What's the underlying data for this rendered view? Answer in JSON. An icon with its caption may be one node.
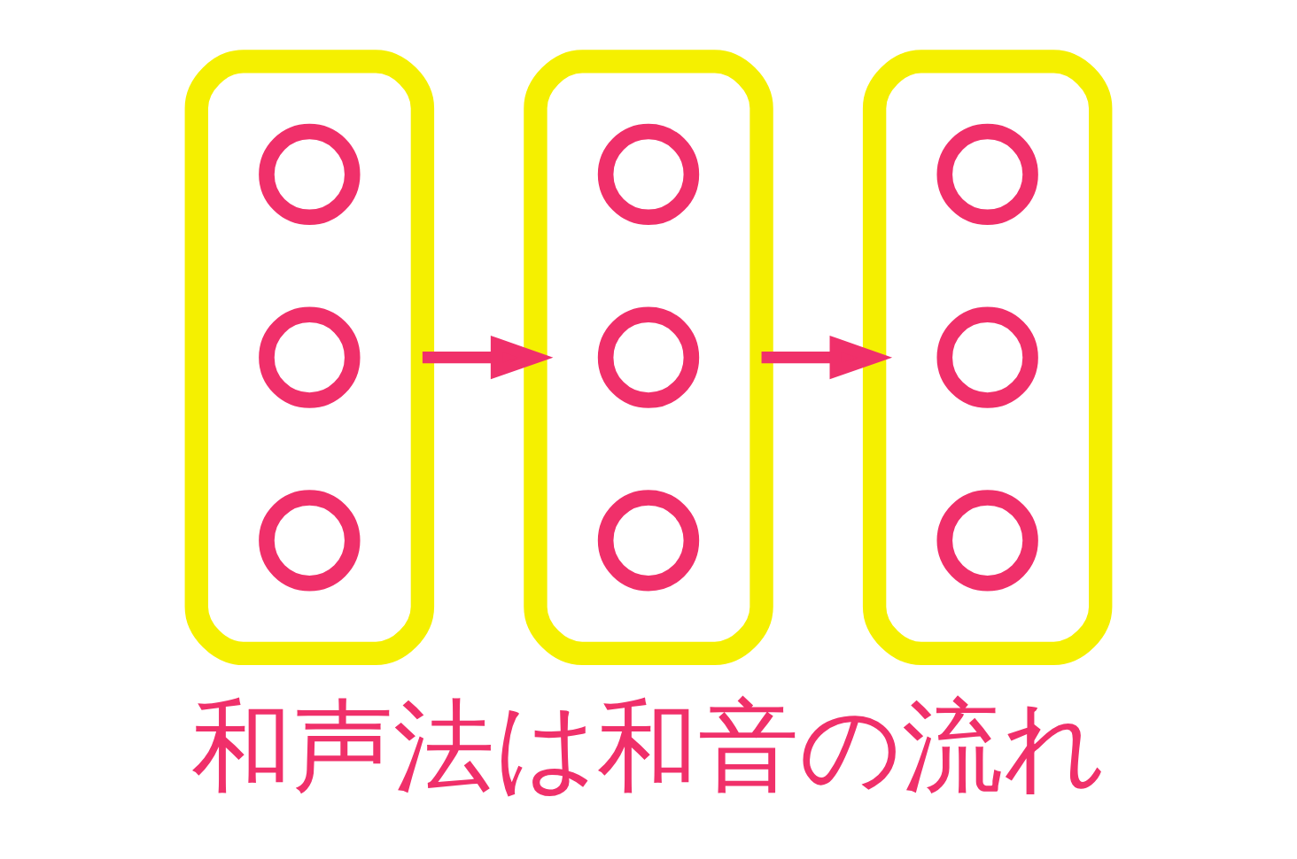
{
  "diagram": {
    "caption": "和声法は和音の流れ",
    "nodes": [
      {
        "text": [],
        "shape": "ellipse"
      },
      {
        "text": [],
        "shape": "circle",
        "in": 0
      },
      {
        "text": [],
        "shape": "circle",
        "in": 0
      },
      {
        "text": [],
        "shape": "circle",
        "in": 0
      },
      {
        "text": [],
        "shape": "ellipse"
      },
      {
        "text": [],
        "shape": "circle",
        "in": 4
      },
      {
        "text": [],
        "shape": "circle",
        "in": 4
      },
      {
        "text": [],
        "shape": "circle",
        "in": 4
      },
      {
        "text": [],
        "shape": "ellipse"
      },
      {
        "text": [],
        "shape": "circle",
        "in": 8
      },
      {
        "text": [],
        "shape": "circle",
        "in": 8
      },
      {
        "text": [],
        "shape": "circle",
        "in": 8
      }
    ],
    "edges": [
      {
        "from": 0,
        "to": 4,
        "arrow": "to"
      },
      {
        "from": 4,
        "to": 8,
        "arrow": "to"
      }
    ]
  }
}
